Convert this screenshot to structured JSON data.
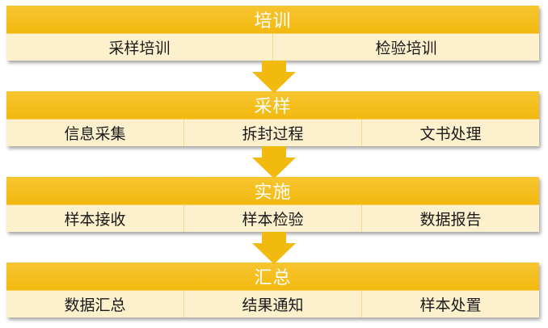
{
  "stages": [
    {
      "title": "培训",
      "items": [
        "采样培训",
        "检验培训"
      ]
    },
    {
      "title": "采样",
      "items": [
        "信息采集",
        "拆封过程",
        "文书处理"
      ]
    },
    {
      "title": "实施",
      "items": [
        "样本接收",
        "样本检验",
        "数据报告"
      ]
    },
    {
      "title": "汇总",
      "items": [
        "数据汇总",
        "结果通知",
        "样本处置"
      ]
    }
  ],
  "colors": {
    "header": "#f2b90f",
    "row": "#fdf0cc",
    "arrow": "#f2b90f"
  }
}
